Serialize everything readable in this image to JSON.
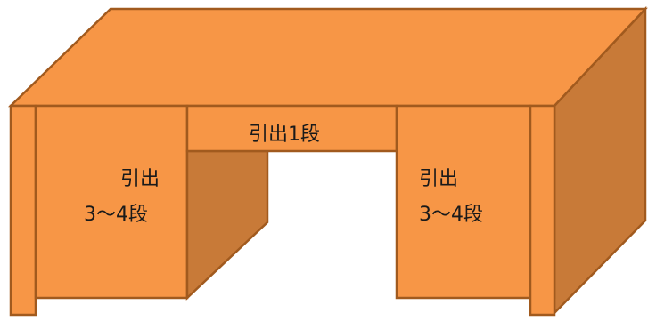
{
  "diagram": {
    "center_drawer": "引出1段",
    "left_pedestal": {
      "line1": "引出",
      "line2": "3～4段"
    },
    "right_pedestal": {
      "line1": "引出",
      "line2": "3～4段"
    }
  },
  "colors": {
    "face": "#F79646",
    "side": "#C87A38",
    "outline": "#A15A1E"
  }
}
